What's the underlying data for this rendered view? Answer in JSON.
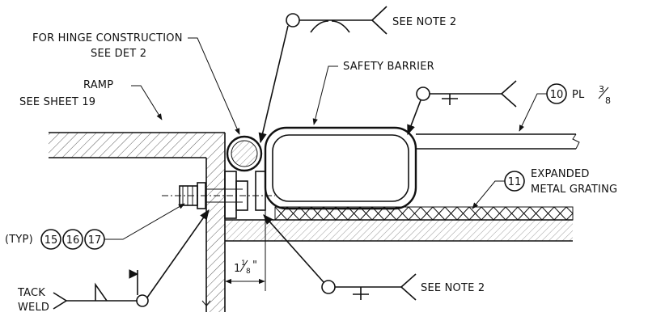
{
  "labels": {
    "hinge_line1": "FOR HINGE CONSTRUCTION",
    "hinge_line2": "SEE DET 2",
    "ramp_line1": "RAMP",
    "ramp_line2": "SEE SHEET 19",
    "see_note_top": "SEE NOTE 2",
    "safety_barrier": "SAFETY BARRIER",
    "pl_text": "PL",
    "pl_whole": "3",
    "pl_den": "8",
    "expanded_line1": "EXPANDED",
    "expanded_line2": "METAL GRATING",
    "typ": "(TYP)",
    "dim_whole": "1",
    "dim_frac_num": "1",
    "dim_frac_den": "8",
    "dim_inch": "\"",
    "see_note_bottom": "SEE NOTE 2",
    "tack_line1": "TACK",
    "tack_line2": "WELD"
  },
  "callouts": {
    "c10": "10",
    "c11": "11",
    "c15": "15",
    "c16": "16",
    "c17": "17"
  }
}
